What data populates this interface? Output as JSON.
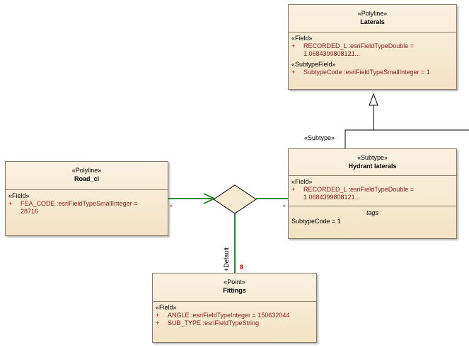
{
  "classes": {
    "laterals": {
      "stereotype": "«Polyline»",
      "name": "Laterals",
      "sections": [
        {
          "title": "«Field»",
          "rows": [
            {
              "vis": "+",
              "text": "RECORDED_L  :esriFieldTypeDouble =",
              "text2": "1.0684399808121..."
            }
          ]
        },
        {
          "title": "«SubtypeField»",
          "rows": [
            {
              "vis": "+",
              "text": "SubtypeCode  :esriFieldTypeSmallInteger = 1",
              "text2": ""
            }
          ]
        }
      ]
    },
    "hydrant": {
      "stereotype": "«Subtype»",
      "name": "Hydrant laterals",
      "sections": [
        {
          "title": "«Field»",
          "rows": [
            {
              "vis": "+",
              "text": "RECORDED_L  :esriFieldTypeDouble =",
              "text2": "1.0684399808121..."
            }
          ]
        }
      ],
      "tags_title": "tags",
      "tags_value": "SubtypeCode = 1"
    },
    "road": {
      "stereotype": "«Polyline»",
      "name": "Road_cl",
      "sections": [
        {
          "title": "«Field»",
          "rows": [
            {
              "vis": "+",
              "text": "FEA_CODE  :esriFieldTypeSmallInteger =",
              "text2": "28716"
            }
          ]
        }
      ]
    },
    "fittings": {
      "stereotype": "«Point»",
      "name": "Fittings",
      "sections": [
        {
          "title": "«Field»",
          "rows": [
            {
              "vis": "+",
              "text": "ANGLE  :esriFieldTypeInteger = 150632044",
              "text2": ""
            },
            {
              "vis": "+",
              "text": "SUB_TYPE  :esriFieldTypeString",
              "text2": ""
            }
          ]
        }
      ]
    }
  },
  "connectors": {
    "subtype_label": "«Subtype»",
    "default_label": "+Default",
    "road_multiplicity": "*",
    "hydrant_multiplicity": "*",
    "fittings_multiplicity": "8"
  },
  "colors": {
    "box_fill_top": "#fbf1e1",
    "box_fill_bottom": "#f4e3c5",
    "box_border": "#8a7a62",
    "attribute_text": "#8b1a1a",
    "association_line": "#2e8b2e",
    "multiplicity": "#c00000"
  }
}
